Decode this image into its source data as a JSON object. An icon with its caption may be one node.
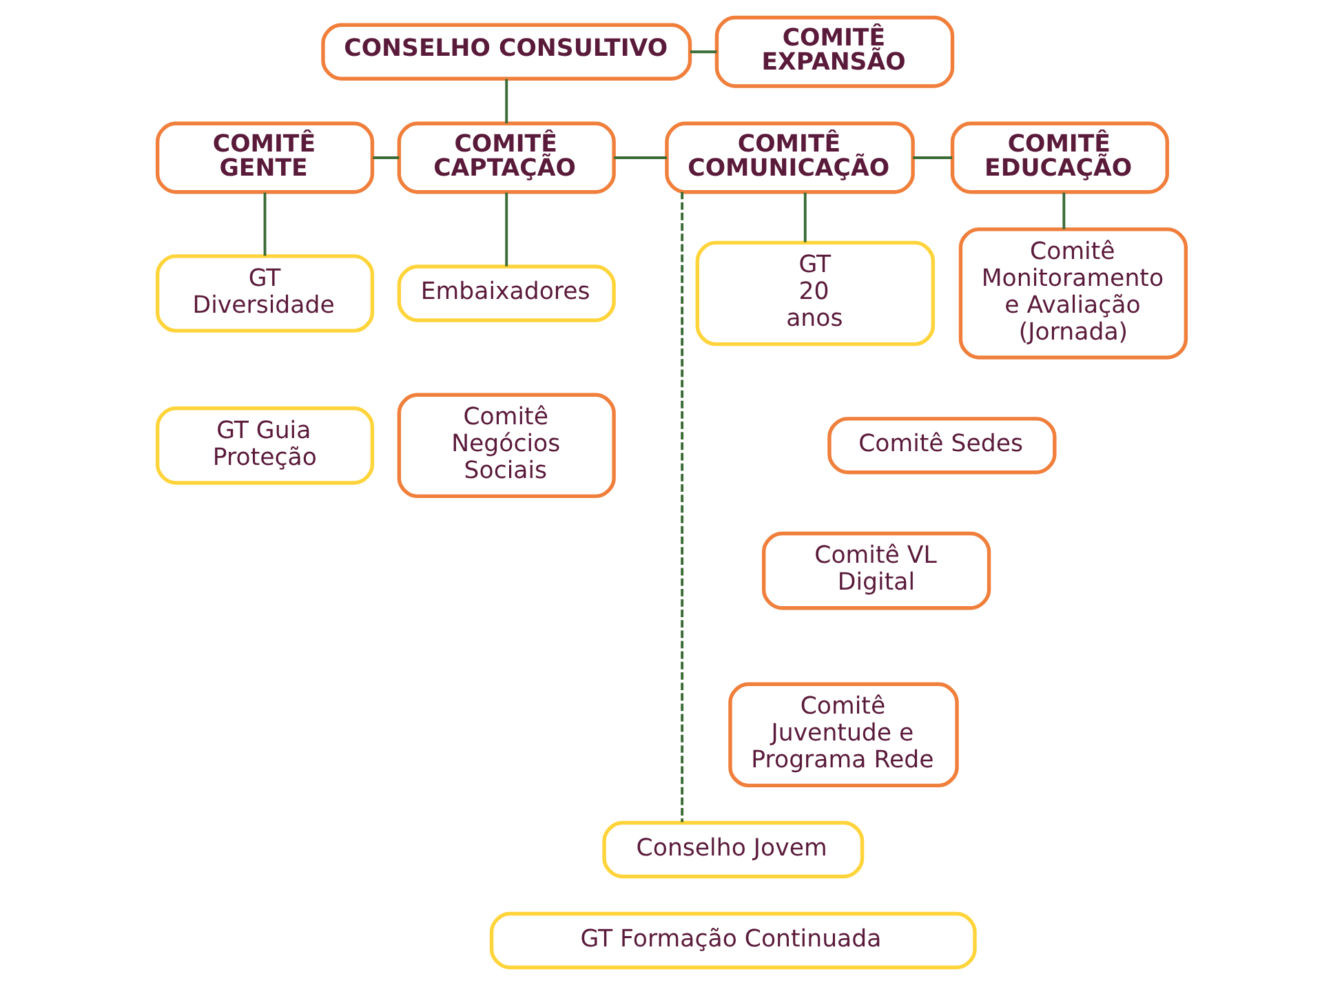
{
  "diagram": {
    "nodes": [
      {
        "text": [
          "CONSELHO CONSULTIVO"
        ]
      },
      {
        "text": [
          "COMITÊ EXPANSÃO"
        ]
      },
      {
        "text": [
          "COMITÊ GENTE"
        ]
      },
      {
        "text": [
          "COMITÊ CAPTAÇÃO"
        ]
      },
      {
        "text": [
          "COMITÊ COMUNICAÇÃO"
        ]
      },
      {
        "text": [
          "COMITÊ EDUCAÇÃO"
        ]
      },
      {
        "text": [
          "GT Diversidade"
        ]
      },
      {
        "text": [
          "GT Guia Proteção"
        ]
      },
      {
        "text": [
          "Embaixadores"
        ]
      },
      {
        "text": [
          "Comitê Negócios Sociais"
        ]
      },
      {
        "text": [
          "GT 20 anos"
        ]
      },
      {
        "text": [
          "Comitê Monitoramento e Avaliação (Jornada)"
        ]
      },
      {
        "text": [
          "Comitê Sedes"
        ]
      },
      {
        "text": [
          "Comitê VL Digital"
        ]
      },
      {
        "text": [
          "Comitê Juventude e Programa Rede"
        ]
      },
      {
        "text": [
          "Conselho Jovem"
        ]
      },
      {
        "text": [
          "GT Formação Continuada"
        ]
      }
    ],
    "edges": [
      {
        "from": 0,
        "to": 1,
        "arrow": "none"
      },
      {
        "from": 0,
        "to": 3,
        "arrow": "none"
      },
      {
        "from": 2,
        "to": 3,
        "arrow": "none"
      },
      {
        "from": 3,
        "to": 4,
        "arrow": "none"
      },
      {
        "from": 4,
        "to": 5,
        "arrow": "none"
      },
      {
        "from": 4,
        "to": 15,
        "arrow": "none",
        "style": "dashed"
      },
      {
        "from": 2,
        "to": 6,
        "arrow": "none"
      },
      {
        "from": 3,
        "to": 8,
        "arrow": "none"
      },
      {
        "from": 4,
        "to": 10,
        "arrow": "none"
      },
      {
        "from": 5,
        "to": 11,
        "arrow": "none"
      }
    ]
  }
}
